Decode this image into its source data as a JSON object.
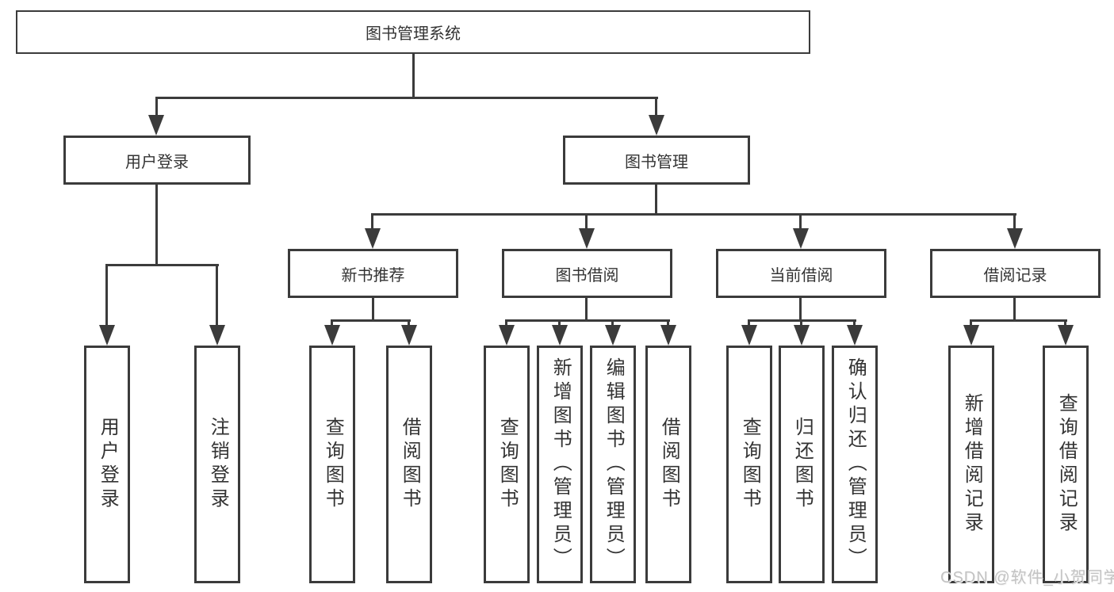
{
  "diagram": {
    "nodes": {
      "root": "图书管理系统",
      "user_login": "用户登录",
      "book_mgmt": "图书管理",
      "new_book_rec": "新书推荐",
      "book_borrow": "图书借阅",
      "current_borrow": "当前借阅",
      "borrow_records": "借阅记录",
      "ul_login": "用户登录",
      "ul_logout": "注销登录",
      "nbr_query": "查询图书",
      "nbr_borrow": "借阅图书",
      "bb_query": "查询图书",
      "bb_add": "新增图书（管理员）",
      "bb_edit": "编辑图书（管理员）",
      "bb_borrow": "借阅图书",
      "cb_query": "查询图书",
      "cb_return": "归还图书",
      "cb_confirm": "确认归还（管理员）",
      "br_add": "新增借阅记录",
      "br_query": "查询借阅记录"
    },
    "watermark": "CSDN @软件_小贺同学",
    "colors": {
      "line": "#3b3b3b",
      "text": "#333333",
      "watermark": "#c3c3c3",
      "background": "#ffffff"
    }
  }
}
